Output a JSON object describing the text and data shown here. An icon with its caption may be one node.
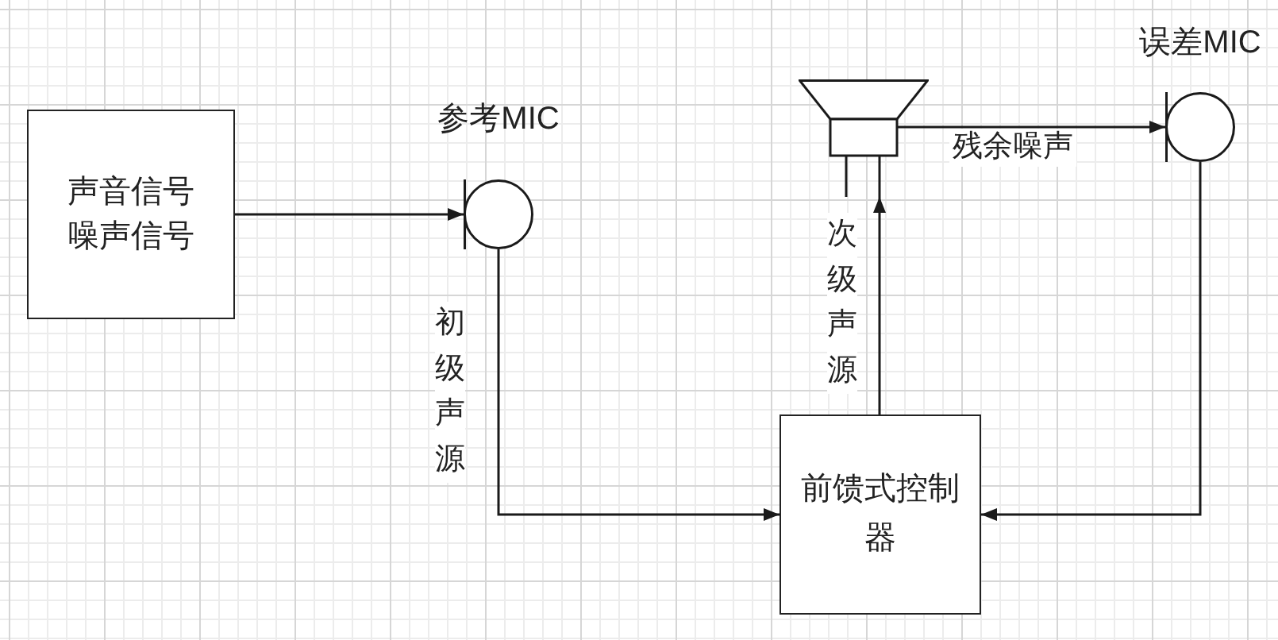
{
  "diagram": {
    "nodes": [
      {
        "text": [
          "声音信号",
          "噪声信号"
        ]
      },
      {
        "text": [
          "参考MIC"
        ]
      },
      {
        "text": [],
        "shape": "speaker"
      },
      {
        "text": [
          "误差MIC"
        ]
      },
      {
        "text": [
          "前馈式控制器"
        ]
      }
    ],
    "edges": [
      {
        "from": 0,
        "to": 1,
        "arrow": "to"
      },
      {
        "from": 1,
        "to": 4,
        "arrow": "to",
        "label": "初级声源"
      },
      {
        "from": 4,
        "to": 2,
        "arrow": "to",
        "label": "次级声源"
      },
      {
        "from": 2,
        "to": 3,
        "arrow": "to",
        "label": "残余噪声"
      },
      {
        "from": 3,
        "to": 4,
        "arrow": "to"
      }
    ]
  }
}
